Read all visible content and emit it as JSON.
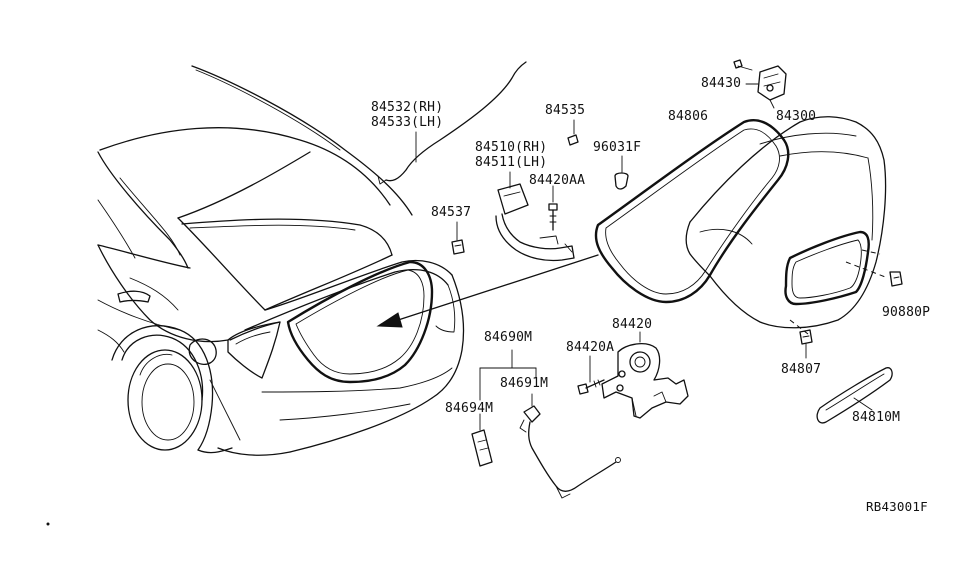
{
  "labels": {
    "p84532": "84532(RH)",
    "p84533": "84533(LH)",
    "p84535": "84535",
    "p84510": "84510(RH)",
    "p84511": "84511(LH)",
    "p96031f": "96031F",
    "p84420aa": "84420AA",
    "p84537": "84537",
    "p84806": "84806",
    "p84300": "84300",
    "p84430": "84430",
    "p90880p": "90880P",
    "p84807": "84807",
    "p84810m": "84810M",
    "p84690m": "84690M",
    "p84691m": "84691M",
    "p84694m": "84694M",
    "p84420a": "84420A",
    "p84420": "84420",
    "ref_code": "RB43001F"
  }
}
